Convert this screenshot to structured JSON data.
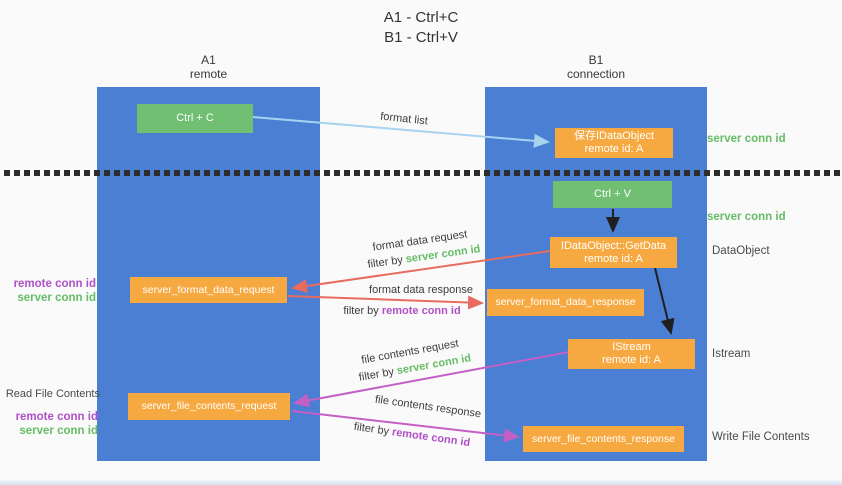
{
  "title": {
    "line1": "A1 - Ctrl+C",
    "line2": "B1 - Ctrl+V"
  },
  "columns": {
    "a": {
      "name": "A1",
      "subtitle": "remote"
    },
    "b": {
      "name": "B1",
      "subtitle": "connection"
    }
  },
  "nodes": {
    "ctrl_c": {
      "label": "Ctrl + C"
    },
    "save_dataobject": {
      "line1": "保存IDataObject",
      "line2": "remote id: A"
    },
    "ctrl_v": {
      "label": "Ctrl + V"
    },
    "getdata": {
      "line1": "IDataObject::GetData",
      "line2": "remote id: A"
    },
    "format_request": {
      "label": "server_format_data_request"
    },
    "format_response": {
      "label": "server_format_data_response"
    },
    "istream": {
      "line1": "IStream",
      "line2": "remote id: A"
    },
    "file_request": {
      "label": "server_file_contents_request"
    },
    "file_response": {
      "label": "server_file_contents_response"
    }
  },
  "arrows": {
    "format_list": {
      "label": "format list"
    },
    "format_data_request": {
      "label": "format data request",
      "filter_prefix": "filter by ",
      "filter_key": "server conn id"
    },
    "format_data_response": {
      "label": "format data response",
      "filter_prefix": "filter by ",
      "filter_key": "remote conn id"
    },
    "file_contents_request": {
      "label": "file contents request",
      "filter_prefix": "filter by ",
      "filter_key": "server conn id"
    },
    "file_contents_response": {
      "label": "file contents response",
      "filter_prefix": "filter by ",
      "filter_key": "remote conn id"
    }
  },
  "annotations": {
    "right_server_conn_id_top": "server conn id",
    "right_server_conn_id_mid": "server conn id",
    "right_dataobject": "DataObject",
    "right_istream": "Istream",
    "right_write_file_contents": "Write File Contents",
    "left_remote_conn_id_top": "remote conn id",
    "left_server_conn_id_top": "server conn id",
    "left_read_file_contents": "Read File Contents",
    "left_remote_conn_id_bottom": "remote conn id",
    "left_server_conn_id_bottom": "server conn id"
  },
  "colors": {
    "column_blue": "#4a7fd3",
    "box_green": "#70bf72",
    "box_orange": "#f7a941",
    "arrow_blue": "#a8d3f0",
    "arrow_red": "#e96a5f",
    "arrow_magenta": "#c45fc5",
    "arrow_black": "#1f1f1f",
    "text_green": "#66bd66",
    "text_purple": "#b050c8",
    "text_gray": "#3d3d3d",
    "bg": "#fafafa"
  }
}
